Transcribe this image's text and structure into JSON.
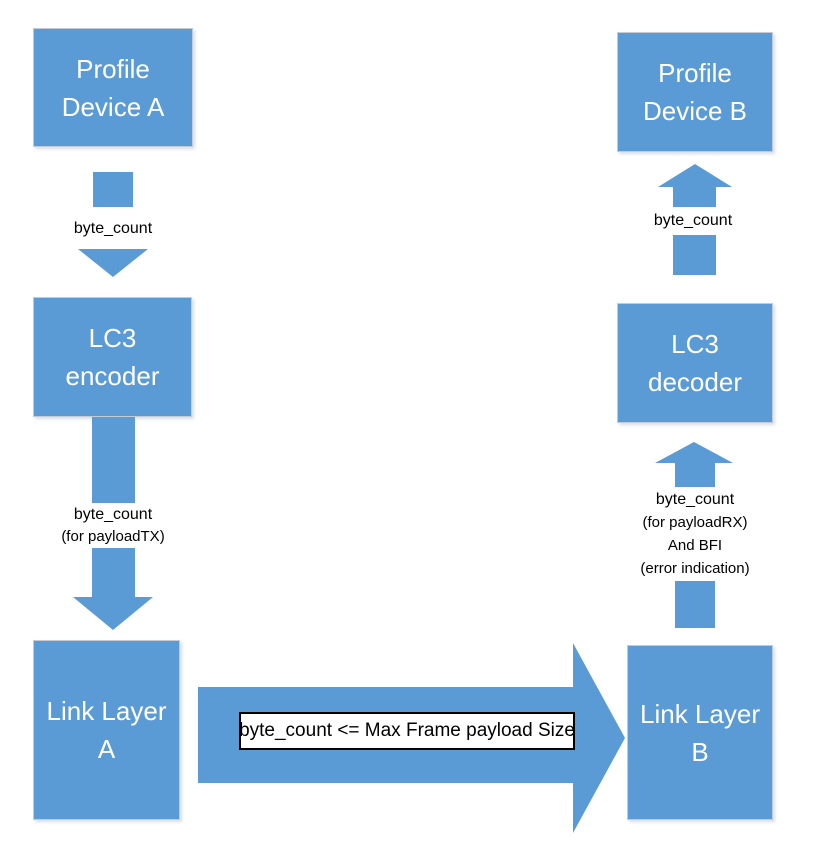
{
  "diagram": {
    "accent_color": "#5b9bd5",
    "label_text_color": "#000000",
    "node_text_color": "#ffffff",
    "nodes": {
      "profile_a": {
        "lines": [
          "Profile",
          "Device A"
        ]
      },
      "lc3_encoder": {
        "lines": [
          "LC3",
          "encoder"
        ]
      },
      "link_layer_a": {
        "lines": [
          "Link Layer",
          "A"
        ]
      },
      "profile_b": {
        "lines": [
          "Profile",
          "Device B"
        ]
      },
      "lc3_decoder": {
        "lines": [
          "LC3",
          "decoder"
        ]
      },
      "link_layer_b": {
        "lines": [
          "Link Layer",
          "B"
        ]
      }
    },
    "edges": {
      "profile_a_to_encoder": {
        "direction": "down",
        "label": "byte_count"
      },
      "encoder_to_link_a": {
        "direction": "down",
        "label": "byte_count",
        "sublabel": "(for payloadTX)"
      },
      "link_a_to_link_b": {
        "direction": "right",
        "label": "byte_count <= Max Frame payload Size"
      },
      "link_b_to_decoder": {
        "direction": "up",
        "label": "byte_count",
        "sublabel1": "(for payloadRX)",
        "sublabel2": "And BFI",
        "sublabel3": "(error indication)"
      },
      "decoder_to_profile_b": {
        "direction": "up",
        "label": "byte_count"
      }
    }
  }
}
